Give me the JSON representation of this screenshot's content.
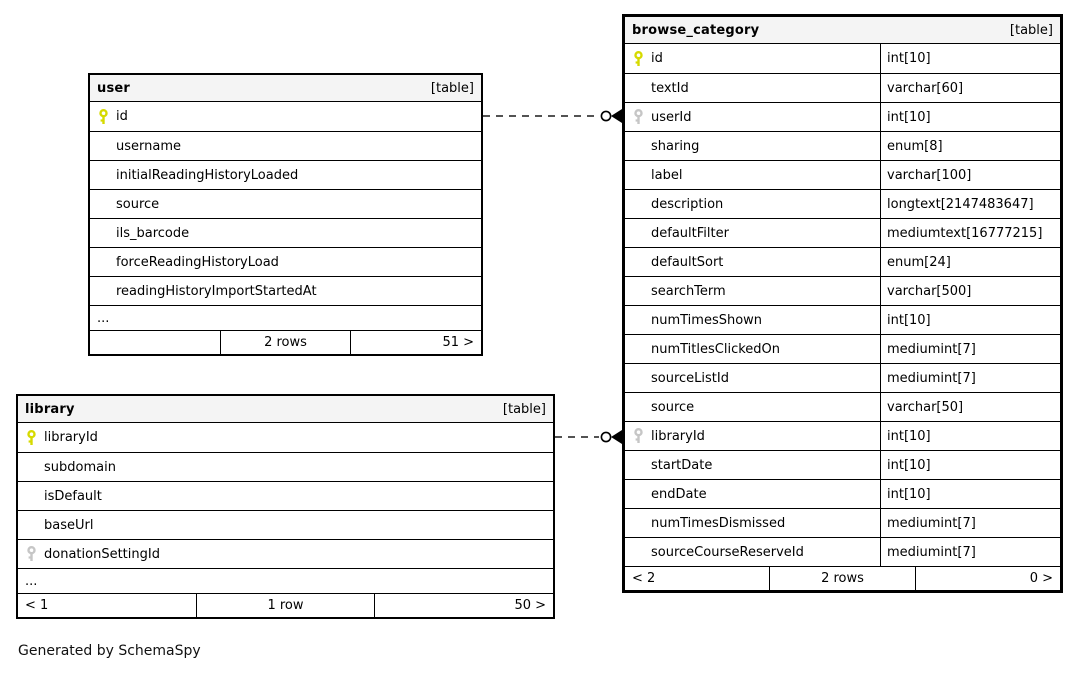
{
  "diagram": {
    "footer_note": "Generated by SchemaSpy",
    "colors": {
      "primary_key": "#d6da00",
      "foreign_key": "#c6c6c6",
      "header_bg": "#f4f4f4",
      "border": "#000000"
    },
    "tables": [
      {
        "id": "user",
        "title": "user",
        "badge": "[table]",
        "columns": [
          {
            "name": "id",
            "icon": "primary-key-icon"
          },
          {
            "name": "username"
          },
          {
            "name": "initialReadingHistoryLoaded"
          },
          {
            "name": "source"
          },
          {
            "name": "ils_barcode"
          },
          {
            "name": "forceReadingHistoryLoad"
          },
          {
            "name": "readingHistoryImportStartedAt"
          },
          {
            "name": "...",
            "ellipsis": true
          }
        ],
        "footer": [
          "",
          "2 rows",
          "51 >"
        ]
      },
      {
        "id": "library",
        "title": "library",
        "badge": "[table]",
        "columns": [
          {
            "name": "libraryId",
            "icon": "primary-key-icon"
          },
          {
            "name": "subdomain"
          },
          {
            "name": "isDefault"
          },
          {
            "name": "baseUrl"
          },
          {
            "name": "donationSettingId",
            "icon": "foreign-key-icon"
          },
          {
            "name": "...",
            "ellipsis": true
          }
        ],
        "footer": [
          "< 1",
          "1 row",
          "50 >"
        ]
      },
      {
        "id": "browse_category",
        "title": "browse_category",
        "badge": "[table]",
        "columns": [
          {
            "name": "id",
            "type": "int[10]",
            "icon": "primary-key-icon"
          },
          {
            "name": "textId",
            "type": "varchar[60]"
          },
          {
            "name": "userId",
            "type": "int[10]",
            "icon": "foreign-key-icon"
          },
          {
            "name": "sharing",
            "type": "enum[8]"
          },
          {
            "name": "label",
            "type": "varchar[100]"
          },
          {
            "name": "description",
            "type": "longtext[2147483647]"
          },
          {
            "name": "defaultFilter",
            "type": "mediumtext[16777215]"
          },
          {
            "name": "defaultSort",
            "type": "enum[24]"
          },
          {
            "name": "searchTerm",
            "type": "varchar[500]"
          },
          {
            "name": "numTimesShown",
            "type": "int[10]"
          },
          {
            "name": "numTitlesClickedOn",
            "type": "mediumint[7]"
          },
          {
            "name": "sourceListId",
            "type": "mediumint[7]"
          },
          {
            "name": "source",
            "type": "varchar[50]"
          },
          {
            "name": "libraryId",
            "type": "int[10]",
            "icon": "foreign-key-icon"
          },
          {
            "name": "startDate",
            "type": "int[10]"
          },
          {
            "name": "endDate",
            "type": "int[10]"
          },
          {
            "name": "numTimesDismissed",
            "type": "mediumint[7]"
          },
          {
            "name": "sourceCourseReserveId",
            "type": "mediumint[7]"
          }
        ],
        "footer": [
          "< 2",
          "2 rows",
          "0 >"
        ]
      }
    ],
    "relationships": [
      {
        "from": "user.id",
        "to": "browse_category.userId"
      },
      {
        "from": "library.libraryId",
        "to": "browse_category.libraryId"
      }
    ]
  }
}
